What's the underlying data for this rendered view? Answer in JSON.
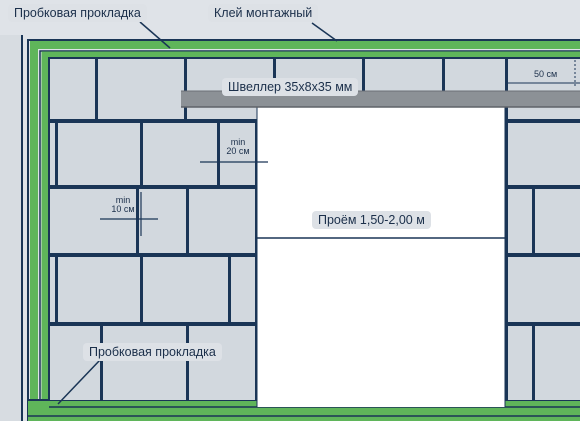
{
  "labels": {
    "cork_top": "Пробковая прокладка",
    "glue": "Клей монтажный",
    "channel": "Швеллер 35х8х35 мм",
    "dim_50": "50 см",
    "opening": "Проём 1,50-2,00 м",
    "cork_bottom": "Пробковая прокладка",
    "min_20": {
      "top": "min",
      "bottom": "20 см"
    },
    "min_10": {
      "top": "min",
      "bottom": "10 см"
    }
  },
  "colors": {
    "background": "#dfe3e8",
    "block": "#d2d8de",
    "mortar": "#1a3556",
    "cork": "#5fb55a",
    "channel": "#8c9196",
    "opening": "#ffffff",
    "label_bg": "#dde1e6",
    "text": "#1b2f4a"
  }
}
